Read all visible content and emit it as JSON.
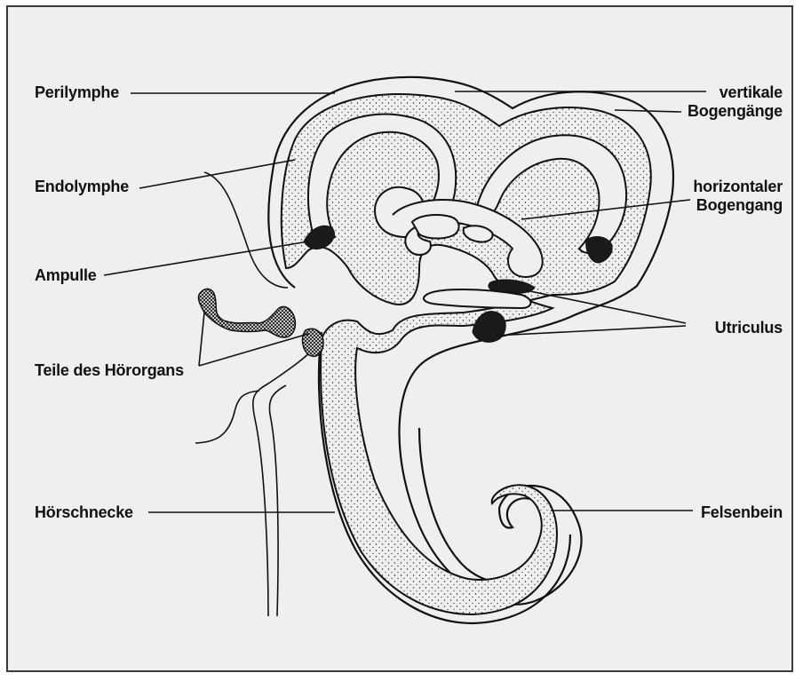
{
  "labels": {
    "perilymphe": "Perilymphe",
    "endolymphe": "Endolymphe",
    "ampulle": "Ampulle",
    "teile_des_hororgans": "Teile des Hörorgans",
    "horschnecke": "Hörschnecke",
    "vertikale_line1": "vertikale",
    "vertikale_line2": "Bogengänge",
    "horizontaler_line1": "horizontaler",
    "horizontaler_line2": "Bogengang",
    "utriculus": "Utriculus",
    "felsenbein": "Felsenbein"
  },
  "colors": {
    "background": "#efefef",
    "ink": "#111111"
  }
}
